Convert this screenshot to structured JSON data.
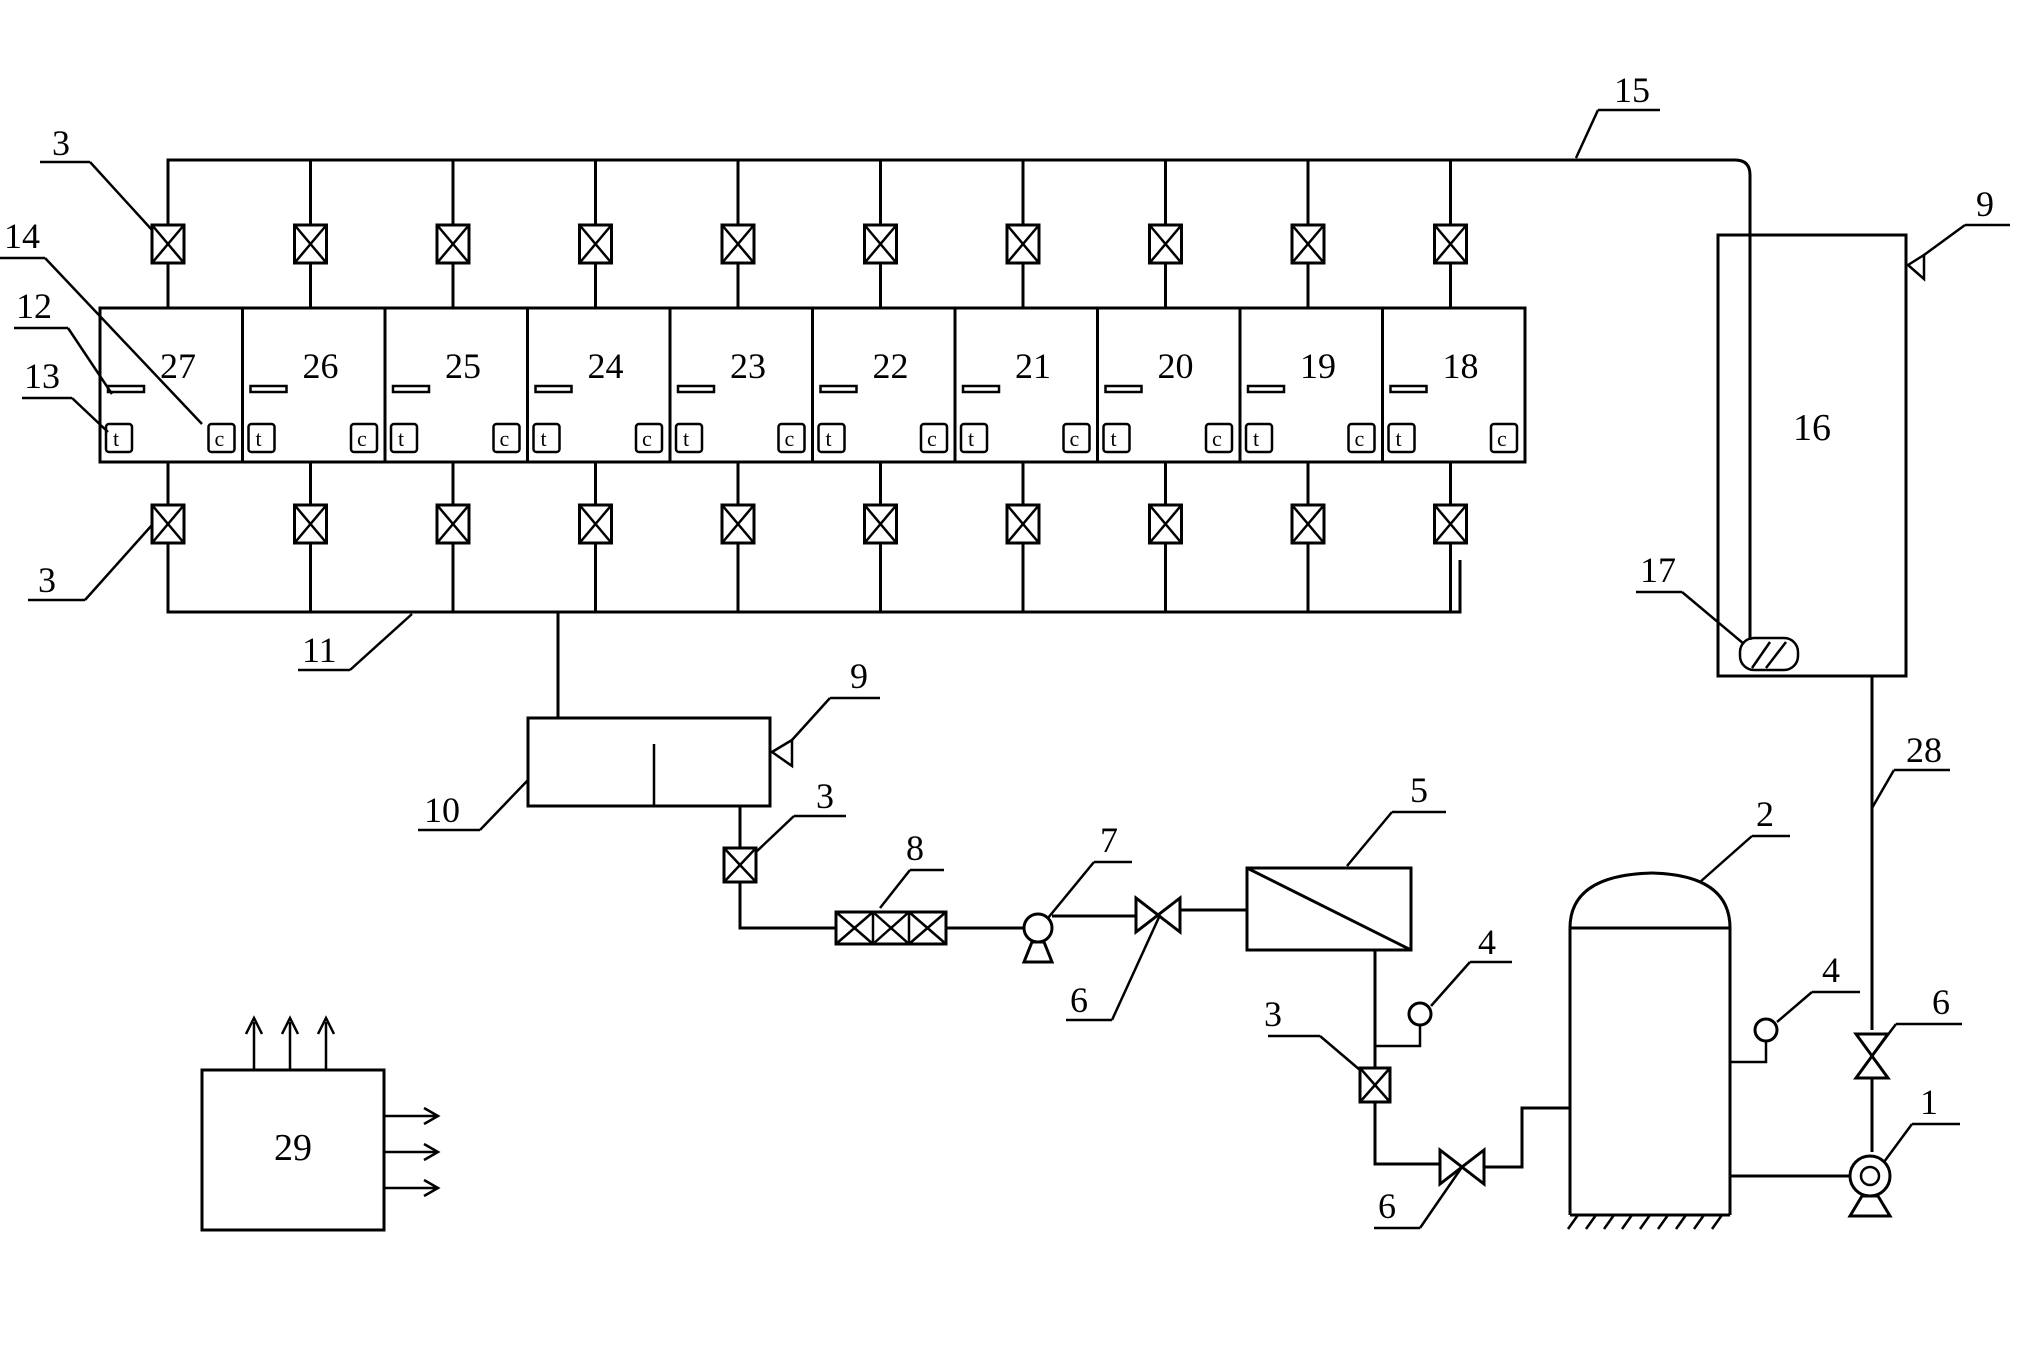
{
  "labels": {
    "valve_3": "3",
    "pressure_4": "4",
    "pump_1": "1",
    "tank_2": "2",
    "membrane_5": "5",
    "valve_6": "6",
    "pump_7": "7",
    "filter_8": "8",
    "vent_9": "9",
    "tank_10": "10",
    "header_11": "11",
    "probe_12": "12",
    "sensor_13": "13",
    "sensor_14": "14",
    "header_15": "15",
    "tank_16": "16",
    "heater_17": "17",
    "pipe_28": "28",
    "controller_29": "29"
  },
  "chambers": [
    "27",
    "26",
    "25",
    "24",
    "23",
    "22",
    "21",
    "20",
    "19",
    "18"
  ],
  "sensor_t": "t",
  "sensor_c": "c"
}
